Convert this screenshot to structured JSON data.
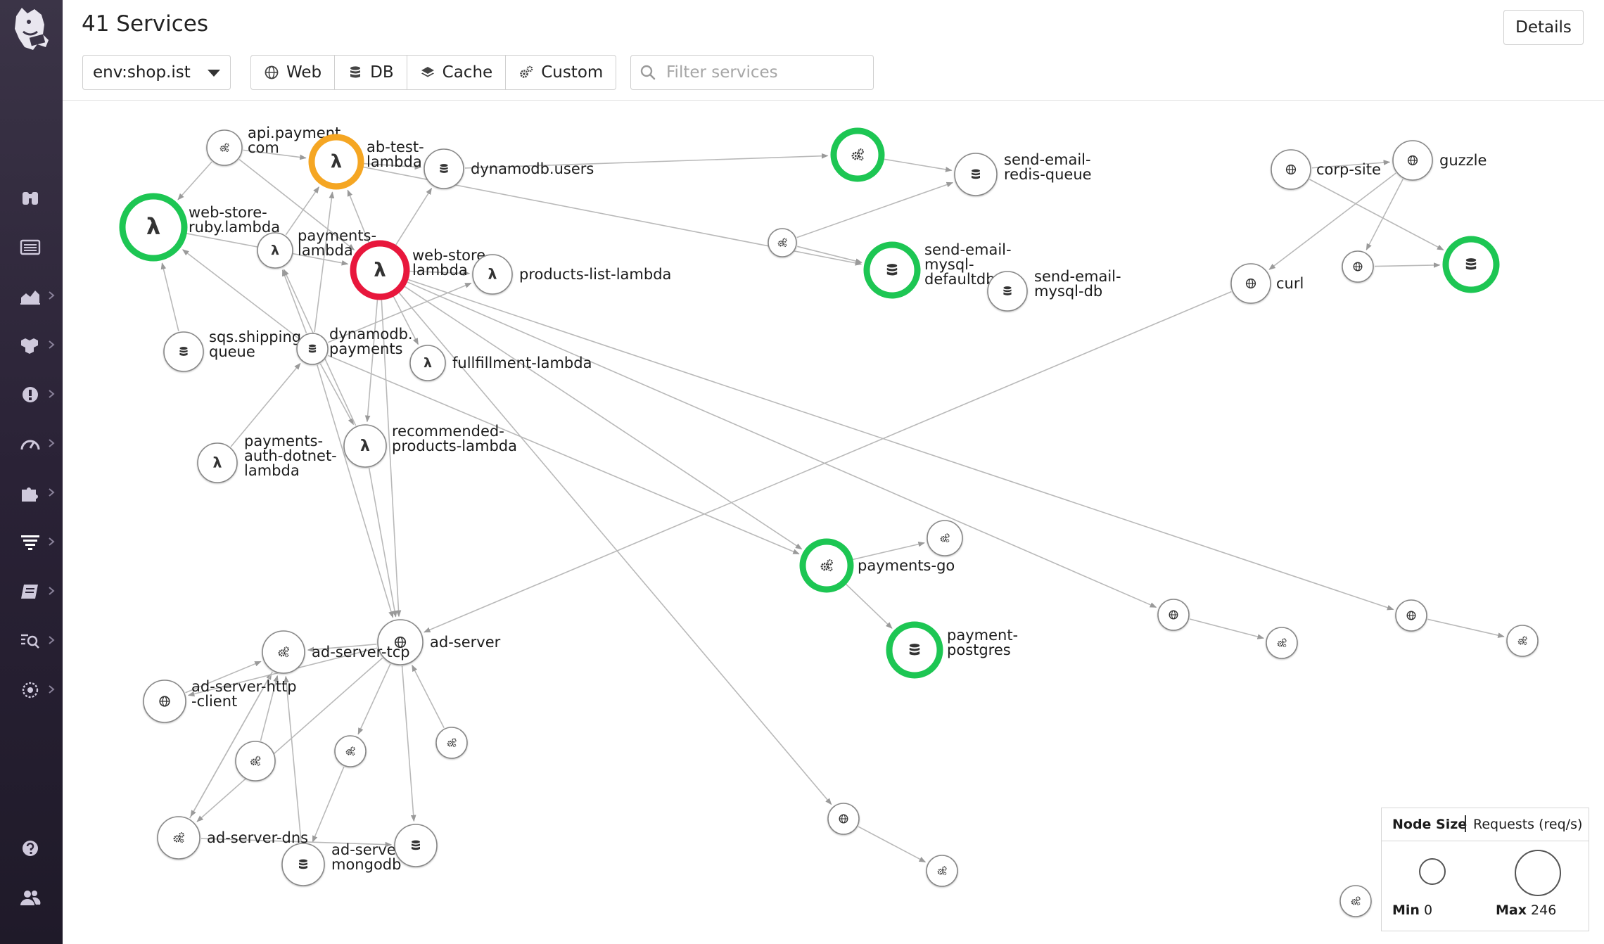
{
  "header": {
    "title": "41 Services",
    "details_label": "Details"
  },
  "toolbar": {
    "env_value": "env:shop.ist",
    "filters": [
      {
        "icon": "globe-icon",
        "label": "Web"
      },
      {
        "icon": "database-icon",
        "label": "DB"
      },
      {
        "icon": "layers-icon",
        "label": "Cache"
      },
      {
        "icon": "gears-icon",
        "label": "Custom"
      }
    ],
    "search_placeholder": "Filter services"
  },
  "sidebar": {
    "items": [
      {
        "icon": "binoculars-icon",
        "has_submenu": false
      },
      {
        "icon": "list-icon",
        "has_submenu": false
      },
      {
        "icon": "area-chart-icon",
        "has_submenu": true
      },
      {
        "icon": "hexagons-icon",
        "has_submenu": true
      },
      {
        "icon": "alert-icon",
        "has_submenu": true
      },
      {
        "icon": "gauge-icon",
        "has_submenu": true
      },
      {
        "icon": "puzzle-icon",
        "has_submenu": true
      },
      {
        "icon": "apm-icon",
        "has_submenu": true
      },
      {
        "icon": "notebook-icon",
        "has_submenu": true
      },
      {
        "icon": "log-search-icon",
        "has_submenu": true
      },
      {
        "icon": "security-icon",
        "has_submenu": true
      },
      {
        "icon": "help-icon",
        "has_submenu": false
      },
      {
        "icon": "team-icon",
        "has_submenu": false
      }
    ]
  },
  "colors": {
    "ok": "#1dc653",
    "warn": "#f5a623",
    "error": "#e8173c",
    "edge": "#b9b9b9",
    "node_border": "#888888"
  },
  "service_map": {
    "nodes": [
      {
        "id": "api-payment",
        "label": [
          "api.payment.",
          "com"
        ],
        "type": "custom",
        "status": "none"
      },
      {
        "id": "ab-test-lambda",
        "label": [
          "ab-test-",
          "lambda"
        ],
        "type": "lambda",
        "status": "warn"
      },
      {
        "id": "dynamodb-users",
        "label": [
          "dynamodb.users"
        ],
        "type": "db",
        "status": "none"
      },
      {
        "id": "web-store-ruby-lambda",
        "label": [
          "web-store-",
          "ruby.lambda"
        ],
        "type": "lambda",
        "status": "ok"
      },
      {
        "id": "payments-lambda",
        "label": [
          "payments-",
          "lambda"
        ],
        "type": "lambda",
        "status": "none"
      },
      {
        "id": "web-store-lambda",
        "label": [
          "web-store-",
          "lambda"
        ],
        "type": "lambda",
        "status": "error"
      },
      {
        "id": "products-list-lambda",
        "label": [
          "products-list-lambda"
        ],
        "type": "lambda",
        "status": "none"
      },
      {
        "id": "sqs-shipping-queue",
        "label": [
          "sqs.shipping-",
          "queue"
        ],
        "type": "db",
        "status": "none"
      },
      {
        "id": "dynamodb-payments",
        "label": [
          "dynamodb.",
          "payments"
        ],
        "type": "db",
        "status": "none"
      },
      {
        "id": "fullfillment-lambda",
        "label": [
          "fullfillment-lambda"
        ],
        "type": "lambda",
        "status": "none"
      },
      {
        "id": "payments-auth-dotnet-lambda",
        "label": [
          "payments-",
          "auth-dotnet-",
          "lambda"
        ],
        "type": "lambda",
        "status": "none"
      },
      {
        "id": "recommended-products-lambda",
        "label": [
          "recommended-",
          "products-lambda"
        ],
        "type": "lambda",
        "status": "none"
      },
      {
        "id": "unnamed-green-custom-1",
        "label": [],
        "type": "custom",
        "status": "ok"
      },
      {
        "id": "send-email-redis-queue",
        "label": [
          "send-email-",
          "redis-queue"
        ],
        "type": "db",
        "status": "none"
      },
      {
        "id": "unnamed-custom-2",
        "label": [],
        "type": "custom",
        "status": "none"
      },
      {
        "id": "send-email-mysql-defaultdb",
        "label": [
          "send-email-",
          "mysql-",
          "defaultdb"
        ],
        "type": "db",
        "status": "ok"
      },
      {
        "id": "send-email-mysql-db",
        "label": [
          "send-email-",
          "mysql-db"
        ],
        "type": "db",
        "status": "none"
      },
      {
        "id": "corp-site",
        "label": [
          "corp-site"
        ],
        "type": "web",
        "status": "none"
      },
      {
        "id": "guzzle",
        "label": [
          "guzzle"
        ],
        "type": "web",
        "status": "none"
      },
      {
        "id": "unnamed-web-3",
        "label": [],
        "type": "web",
        "status": "none"
      },
      {
        "id": "unnamed-green-db-4",
        "label": [],
        "type": "db",
        "status": "ok"
      },
      {
        "id": "curl",
        "label": [
          "curl"
        ],
        "type": "web",
        "status": "none"
      },
      {
        "id": "payments-go",
        "label": [
          "payments-go"
        ],
        "type": "custom",
        "status": "ok"
      },
      {
        "id": "unnamed-custom-5",
        "label": [],
        "type": "custom",
        "status": "none"
      },
      {
        "id": "payment-postgres",
        "label": [
          "payment-",
          "postgres"
        ],
        "type": "db",
        "status": "ok"
      },
      {
        "id": "unnamed-web-6",
        "label": [],
        "type": "web",
        "status": "none"
      },
      {
        "id": "unnamed-custom-7",
        "label": [],
        "type": "custom",
        "status": "none"
      },
      {
        "id": "unnamed-web-8",
        "label": [],
        "type": "web",
        "status": "none"
      },
      {
        "id": "unnamed-custom-9",
        "label": [],
        "type": "custom",
        "status": "none"
      },
      {
        "id": "ad-server",
        "label": [
          "ad-server"
        ],
        "type": "web",
        "status": "none"
      },
      {
        "id": "ad-server-tcp",
        "label": [
          "ad-server-tcp"
        ],
        "type": "custom",
        "status": "none"
      },
      {
        "id": "ad-server-http-client",
        "label": [
          "ad-server-http",
          "-client"
        ],
        "type": "web",
        "status": "none"
      },
      {
        "id": "unnamed-custom-10",
        "label": [],
        "type": "custom",
        "status": "none"
      },
      {
        "id": "unnamed-custom-11",
        "label": [],
        "type": "custom",
        "status": "none"
      },
      {
        "id": "unnamed-custom-12",
        "label": [],
        "type": "custom",
        "status": "none"
      },
      {
        "id": "ad-server-dns",
        "label": [
          "ad-server-dns"
        ],
        "type": "custom",
        "status": "none"
      },
      {
        "id": "ad-server-mongodb",
        "label": [
          "ad-server-",
          "mongodb"
        ],
        "type": "db",
        "status": "none"
      },
      {
        "id": "unnamed-db-13",
        "label": [],
        "type": "db",
        "status": "none"
      },
      {
        "id": "unnamed-web-14",
        "label": [],
        "type": "web",
        "status": "none"
      },
      {
        "id": "unnamed-custom-15",
        "label": [],
        "type": "custom",
        "status": "none"
      },
      {
        "id": "unnamed-custom-16",
        "label": [],
        "type": "custom",
        "status": "none"
      }
    ],
    "edges": [
      [
        "api-payment",
        "ab-test-lambda"
      ],
      [
        "api-payment",
        "web-store-ruby-lambda"
      ],
      [
        "api-payment",
        "web-store-lambda"
      ],
      [
        "ab-test-lambda",
        "dynamodb-users"
      ],
      [
        "ab-test-lambda",
        "send-email-mysql-defaultdb"
      ],
      [
        "dynamodb-users",
        "unnamed-green-custom-1"
      ],
      [
        "unnamed-green-custom-1",
        "send-email-redis-queue"
      ],
      [
        "unnamed-custom-2",
        "send-email-redis-queue"
      ],
      [
        "unnamed-custom-2",
        "send-email-mysql-defaultdb"
      ],
      [
        "web-store-ruby-lambda",
        "web-store-lambda"
      ],
      [
        "sqs-shipping-queue",
        "web-store-ruby-lambda"
      ],
      [
        "dynamodb-payments",
        "web-store-ruby-lambda"
      ],
      [
        "payments-lambda",
        "ab-test-lambda"
      ],
      [
        "web-store-lambda",
        "ab-test-lambda"
      ],
      [
        "web-store-lambda",
        "dynamodb-users"
      ],
      [
        "web-store-lambda",
        "products-list-lambda"
      ],
      [
        "web-store-lambda",
        "unnamed-web-8"
      ],
      [
        "web-store-lambda",
        "unnamed-web-6"
      ],
      [
        "web-store-lambda",
        "payments-go"
      ],
      [
        "web-store-lambda",
        "unnamed-web-14"
      ],
      [
        "web-store-lambda",
        "fullfillment-lambda"
      ],
      [
        "web-store-lambda",
        "recommended-products-lambda"
      ],
      [
        "web-store-lambda",
        "ad-server"
      ],
      [
        "dynamodb-payments",
        "ab-test-lambda"
      ],
      [
        "dynamodb-payments",
        "payments-lambda"
      ],
      [
        "dynamodb-payments",
        "products-list-lambda"
      ],
      [
        "dynamodb-payments",
        "recommended-products-lambda"
      ],
      [
        "dynamodb-payments",
        "payments-go"
      ],
      [
        "dynamodb-payments",
        "ad-server"
      ],
      [
        "payments-auth-dotnet-lambda",
        "dynamodb-payments"
      ],
      [
        "recommended-products-lambda",
        "payments-lambda"
      ],
      [
        "recommended-products-lambda",
        "ad-server"
      ],
      [
        "payments-go",
        "unnamed-custom-5"
      ],
      [
        "payments-go",
        "payment-postgres"
      ],
      [
        "unnamed-web-6",
        "unnamed-custom-7"
      ],
      [
        "unnamed-web-8",
        "unnamed-custom-9"
      ],
      [
        "corp-site",
        "guzzle"
      ],
      [
        "corp-site",
        "unnamed-green-db-4"
      ],
      [
        "guzzle",
        "curl"
      ],
      [
        "guzzle",
        "unnamed-web-3"
      ],
      [
        "unnamed-web-3",
        "unnamed-green-db-4"
      ],
      [
        "curl",
        "ad-server"
      ],
      [
        "unnamed-web-14",
        "unnamed-custom-15"
      ],
      [
        "ad-server",
        "ad-server-tcp"
      ],
      [
        "ad-server",
        "ad-server-http-client"
      ],
      [
        "ad-server",
        "unnamed-custom-11"
      ],
      [
        "ad-server",
        "ad-server-dns"
      ],
      [
        "ad-server",
        "unnamed-db-13"
      ],
      [
        "unnamed-custom-12",
        "ad-server"
      ],
      [
        "ad-server-http-client",
        "ad-server-tcp"
      ],
      [
        "unnamed-custom-10",
        "ad-server-tcp"
      ],
      [
        "ad-server-dns",
        "ad-server-tcp"
      ],
      [
        "ad-server-mongodb",
        "ad-server-tcp"
      ],
      [
        "ad-server-tcp",
        "ad-server-dns"
      ],
      [
        "unnamed-custom-11",
        "ad-server-mongodb"
      ],
      [
        "ad-server-dns",
        "unnamed-db-13"
      ]
    ]
  },
  "legend": {
    "title": "Node Size",
    "metric": "Requests (req/s)",
    "min_label": "Min",
    "min_value": "0",
    "max_label": "Max",
    "max_value": "246"
  }
}
